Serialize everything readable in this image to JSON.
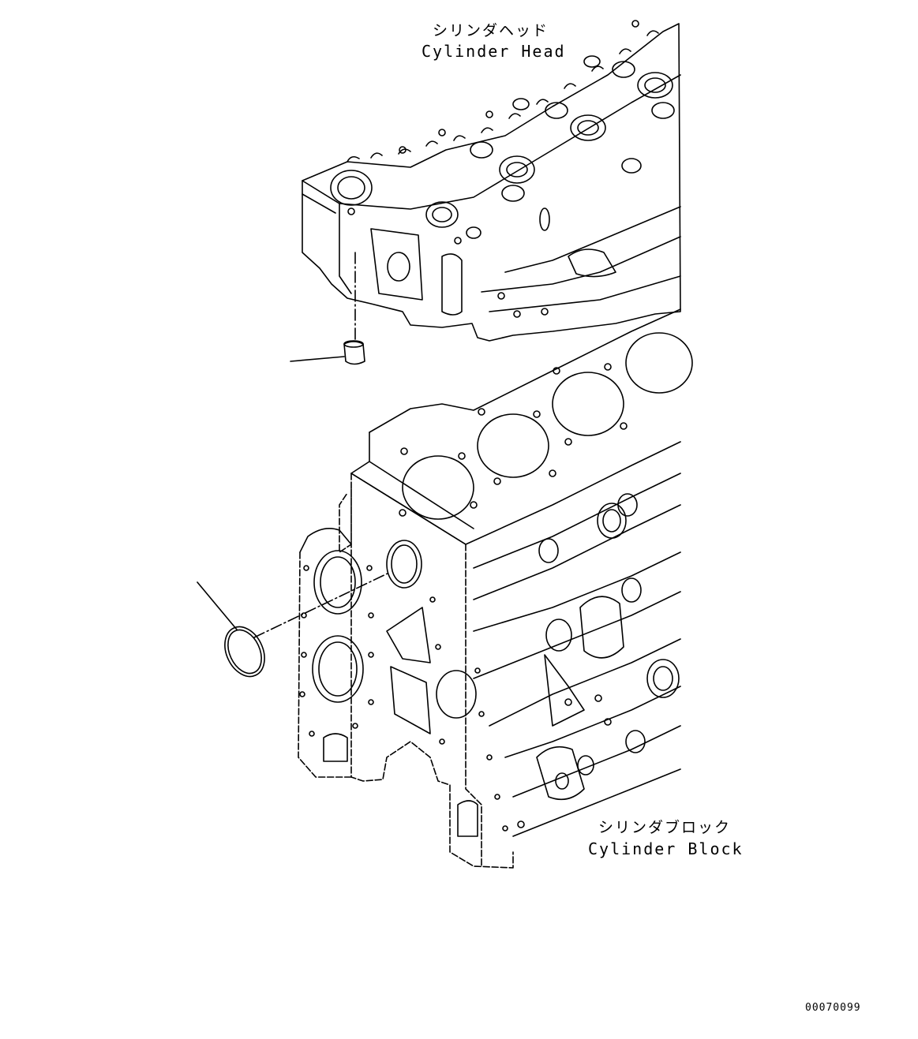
{
  "head": {
    "label_jp": "シリンダヘッド",
    "label_en": "Cylinder Head"
  },
  "block": {
    "label_jp": "シリンダブロック",
    "label_en": "Cylinder Block"
  },
  "drawing_number": "00070099",
  "colors": {
    "ink": "#000000",
    "paper": "#ffffff"
  }
}
